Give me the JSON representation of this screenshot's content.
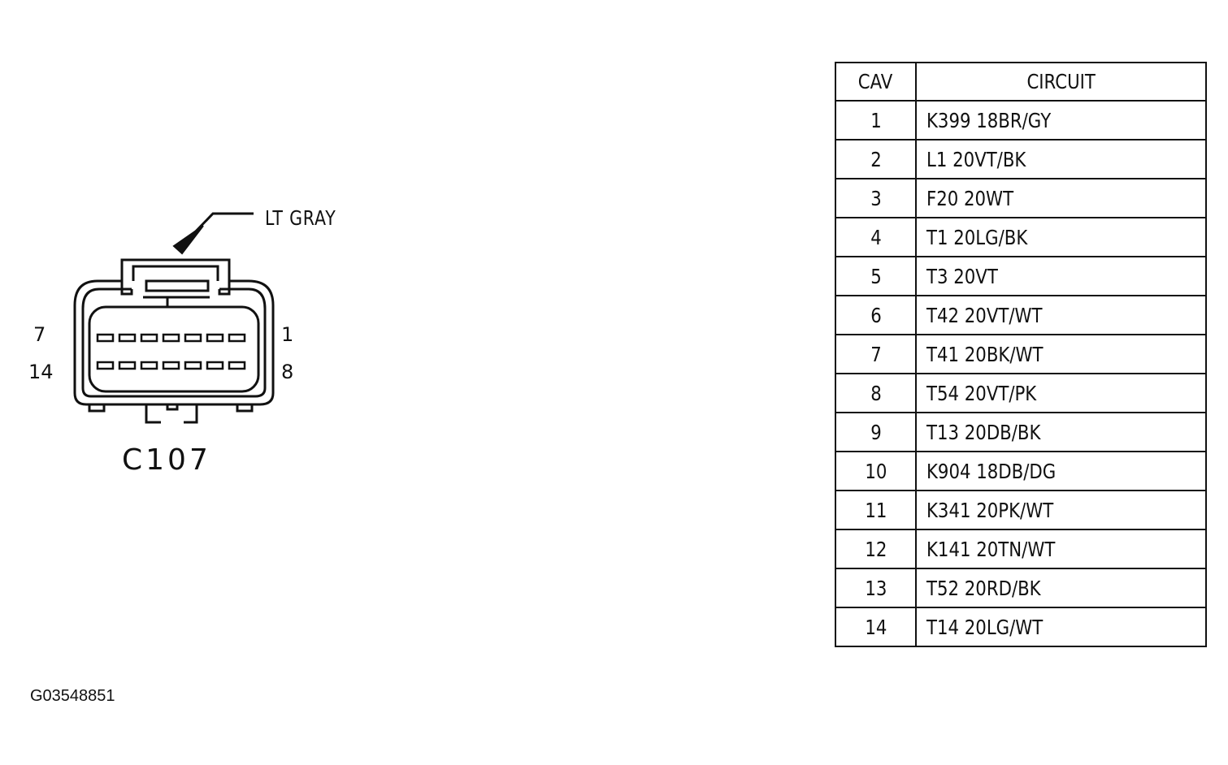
{
  "connector": {
    "name": "C107",
    "color_label": "LT GRAY",
    "pin_labels": {
      "top_left": "7",
      "bottom_left": "14",
      "top_right": "1",
      "bottom_right": "8"
    }
  },
  "table": {
    "headers": [
      "CAV",
      "CIRCUIT"
    ],
    "rows": [
      [
        "1",
        "K399 18BR/GY"
      ],
      [
        "2",
        "L1 20VT/BK"
      ],
      [
        "3",
        "F20 20WT"
      ],
      [
        "4",
        "T1 20LG/BK"
      ],
      [
        "5",
        "T3 20VT"
      ],
      [
        "6",
        "T42 20VT/WT"
      ],
      [
        "7",
        "T41 20BK/WT"
      ],
      [
        "8",
        "T54 20VT/PK"
      ],
      [
        "9",
        "T13 20DB/BK"
      ],
      [
        "10",
        "K904 18DB/DG"
      ],
      [
        "11",
        "K341 20PK/WT"
      ],
      [
        "12",
        "K141 20TN/WT"
      ],
      [
        "13",
        "T52 20RD/BK"
      ],
      [
        "14",
        "T14 20LG/WT"
      ]
    ]
  },
  "figure_id": "G03548851"
}
